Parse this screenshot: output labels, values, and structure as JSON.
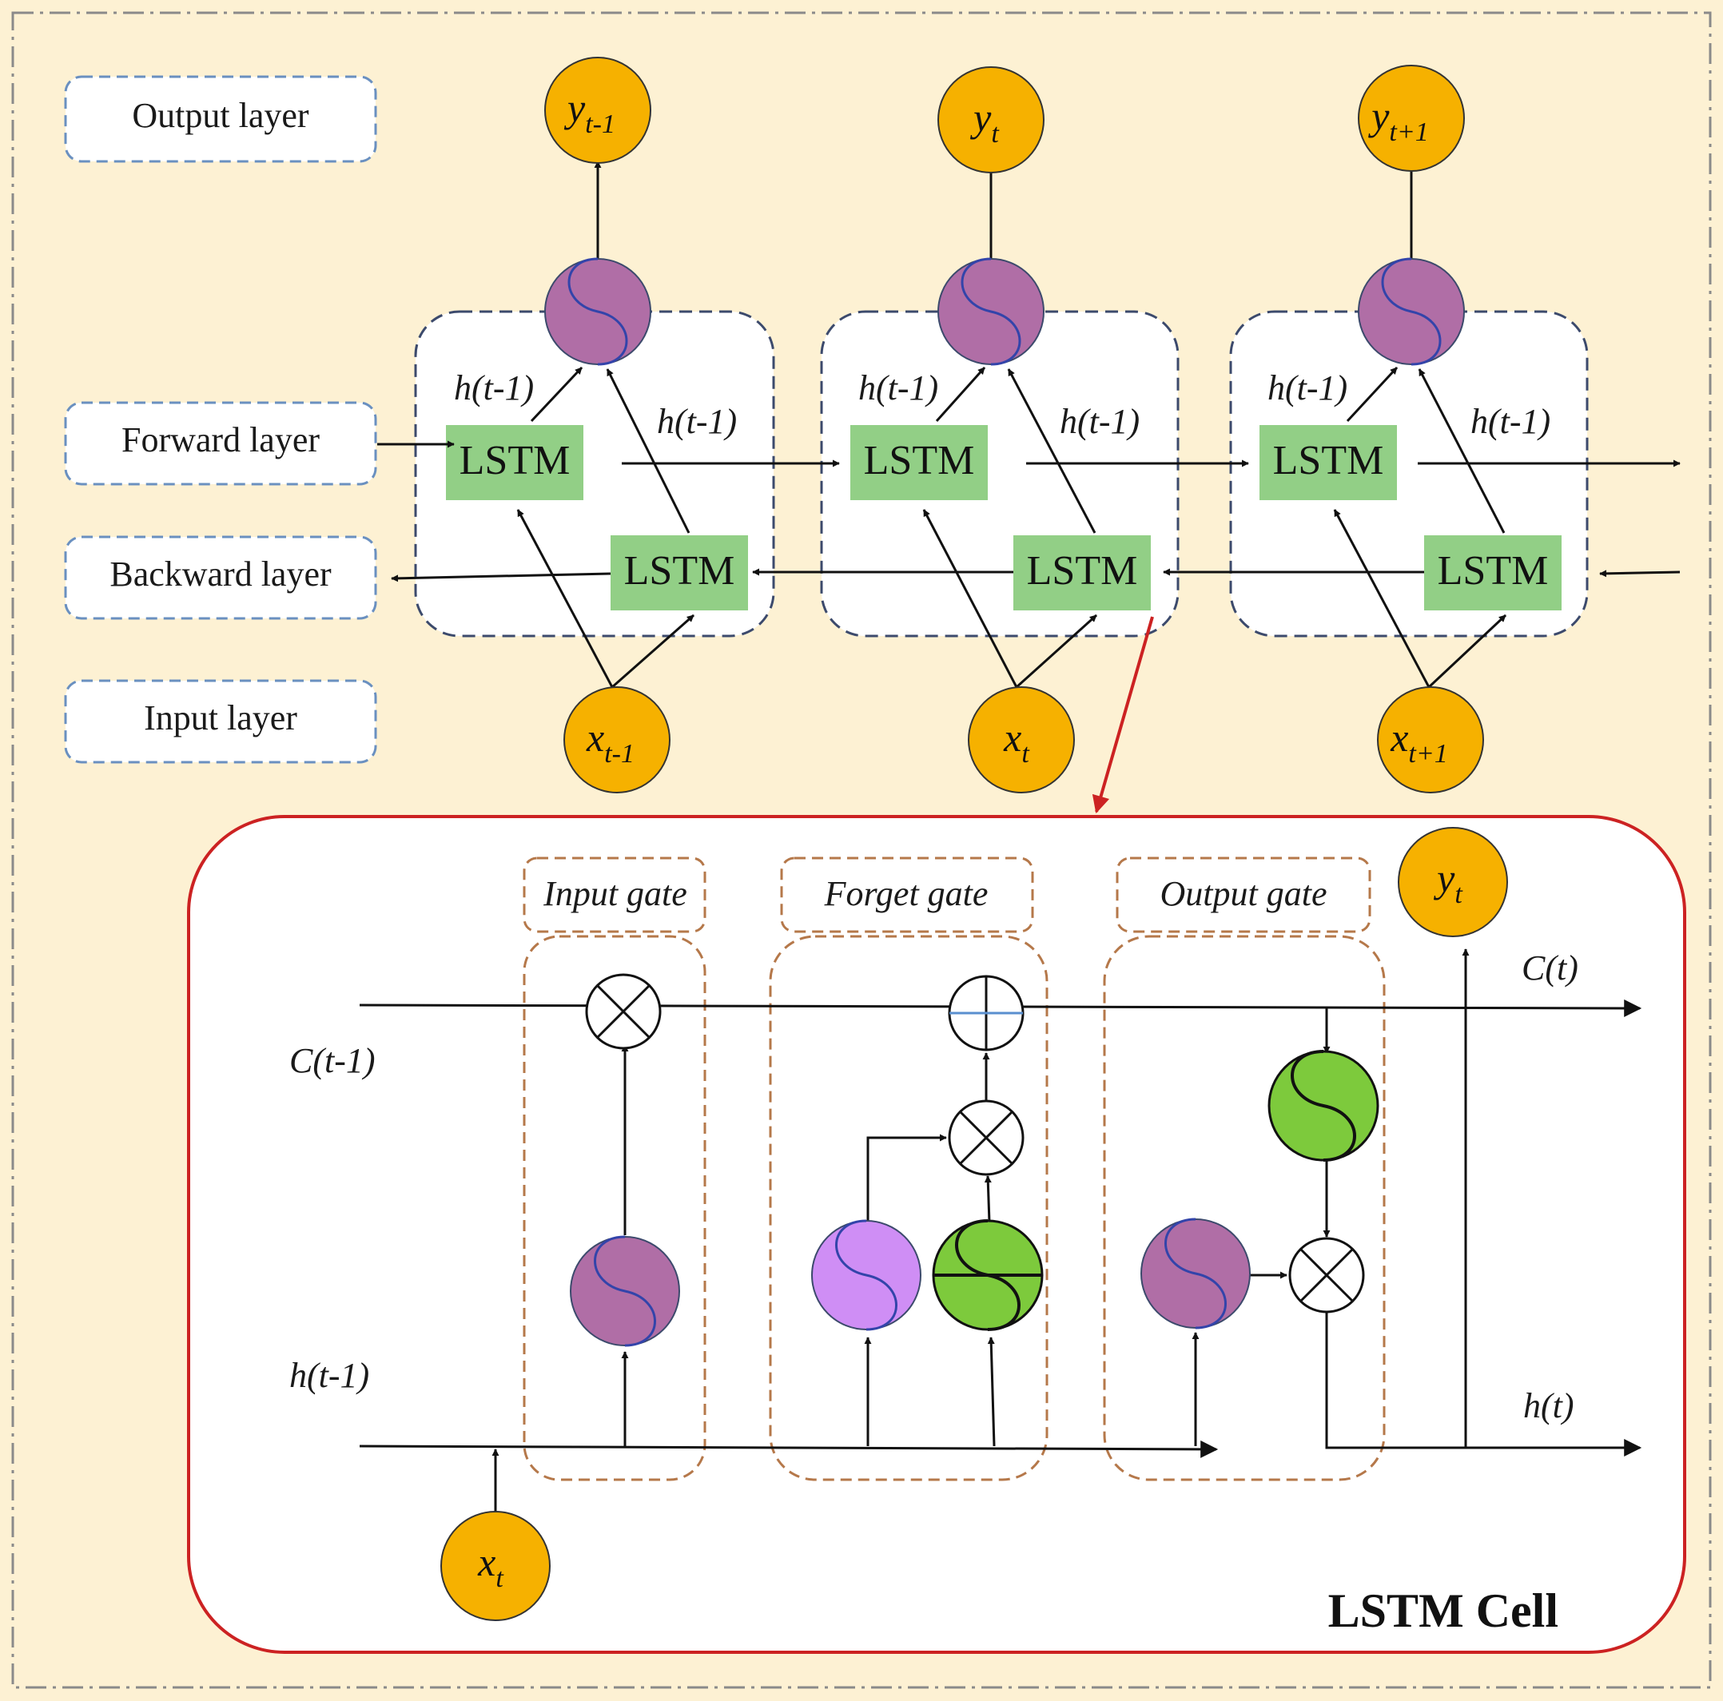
{
  "layers": {
    "output": "Output layer",
    "forward": "Forward layer",
    "backward": "Backward layer",
    "input": "Input layer"
  },
  "units": [
    {
      "y_base": "y",
      "y_sub": "t-1",
      "x_base": "x",
      "x_sub": "t-1",
      "h_fwd_in": "h(t-1)",
      "h_fwd_out": "h(t-1)",
      "lstm_fwd": "LSTM",
      "lstm_bwd": "LSTM"
    },
    {
      "y_base": "y",
      "y_sub": "t",
      "x_base": "x",
      "x_sub": "t",
      "h_fwd_in": "h(t-1)",
      "h_fwd_out": "h(t-1)",
      "lstm_fwd": "LSTM",
      "lstm_bwd": "LSTM"
    },
    {
      "y_base": "y",
      "y_sub": "t+1",
      "x_base": "x",
      "x_sub": "t+1",
      "h_fwd_in": "h(t-1)",
      "h_fwd_out": "h(t-1)",
      "lstm_fwd": "LSTM",
      "lstm_bwd": "LSTM"
    }
  ],
  "cell": {
    "title": "LSTM Cell",
    "gates": {
      "input": "Input gate",
      "forget": "Forget gate",
      "output": "Output gate"
    },
    "labels": {
      "c_prev": "C(t-1)",
      "c_next": "C(t)",
      "h_prev": "h(t-1)",
      "h_next": "h(t)"
    },
    "x_base": "x",
    "x_sub": "t",
    "y_base": "y",
    "y_sub": "t"
  },
  "colors": {
    "background": "#fdf1d3",
    "frame": "#8a8a8a",
    "node_orange": "#f6b100",
    "lstm_green": "#92cf86",
    "sigmoid_purple": "#b06ea6",
    "sigmoid_violet": "#cf8ef5",
    "tanh_green": "#7dca3c",
    "cell_border": "#cc2222",
    "gate_border": "#b5784a",
    "unit_border": "#3c4a6c",
    "layer_border": "#6a90c0",
    "arrow": "#111111",
    "red_arrow": "#cc2222"
  },
  "icons": [
    "sigmoid-icon",
    "tanh-icon",
    "multiply-icon",
    "add-icon"
  ]
}
